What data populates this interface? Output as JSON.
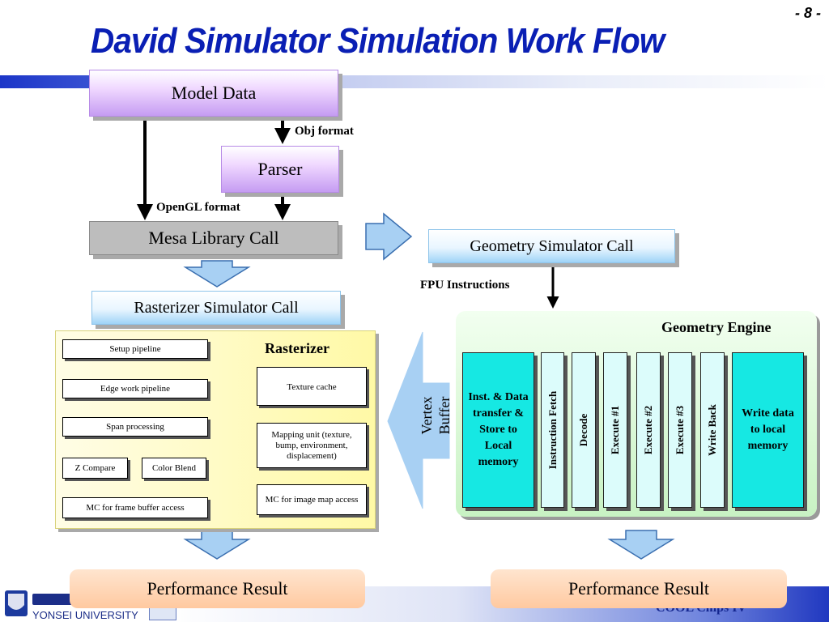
{
  "header": {
    "title": "David Simulator Simulation  Work Flow",
    "page_number": "- 8 -"
  },
  "flow": {
    "model_data": "Model Data",
    "obj_format": "Obj format",
    "parser": "Parser",
    "opengl_format": "OpenGL format",
    "mesa_call": "Mesa Library Call",
    "rasterizer_call": "Rasterizer Simulator Call",
    "geometry_call": "Geometry Simulator Call",
    "fpu_instructions": "FPU Instructions",
    "vertex_buffer_line1": "Vertex",
    "vertex_buffer_line2": "Buffer"
  },
  "rasterizer": {
    "title": "Rasterizer",
    "setup_pipeline": "Setup pipeline",
    "edge_work_pipeline": "Edge work pipeline",
    "span_processing": "Span processing",
    "z_compare": "Z Compare",
    "color_blend": "Color Blend",
    "mc_frame_buffer": "MC for frame buffer access",
    "texture_cache": "Texture cache",
    "mapping_unit": "Mapping unit (texture, bump, environment, displacement)",
    "mc_image_map": "MC for image map access"
  },
  "geometry_engine": {
    "title": "Geometry Engine",
    "inst_data_transfer": "Inst. & Data transfer & Store to Local memory",
    "instruction_fetch": "Instruction Fetch",
    "decode": "Decode",
    "execute1": "Execute #1",
    "execute2": "Execute #2",
    "execute3": "Execute #3",
    "write_back": "Write Back",
    "write_local": "Write data to local memory"
  },
  "results": {
    "left": "Performance Result",
    "right": "Performance Result"
  },
  "footer": {
    "university": "YONSEI UNIVERSITY",
    "lab": "COOL Chips IV"
  },
  "colors": {
    "title": "#0a1fb4",
    "cyan_stage": "#16e8e3",
    "light_stage": "#dcfcfb"
  }
}
